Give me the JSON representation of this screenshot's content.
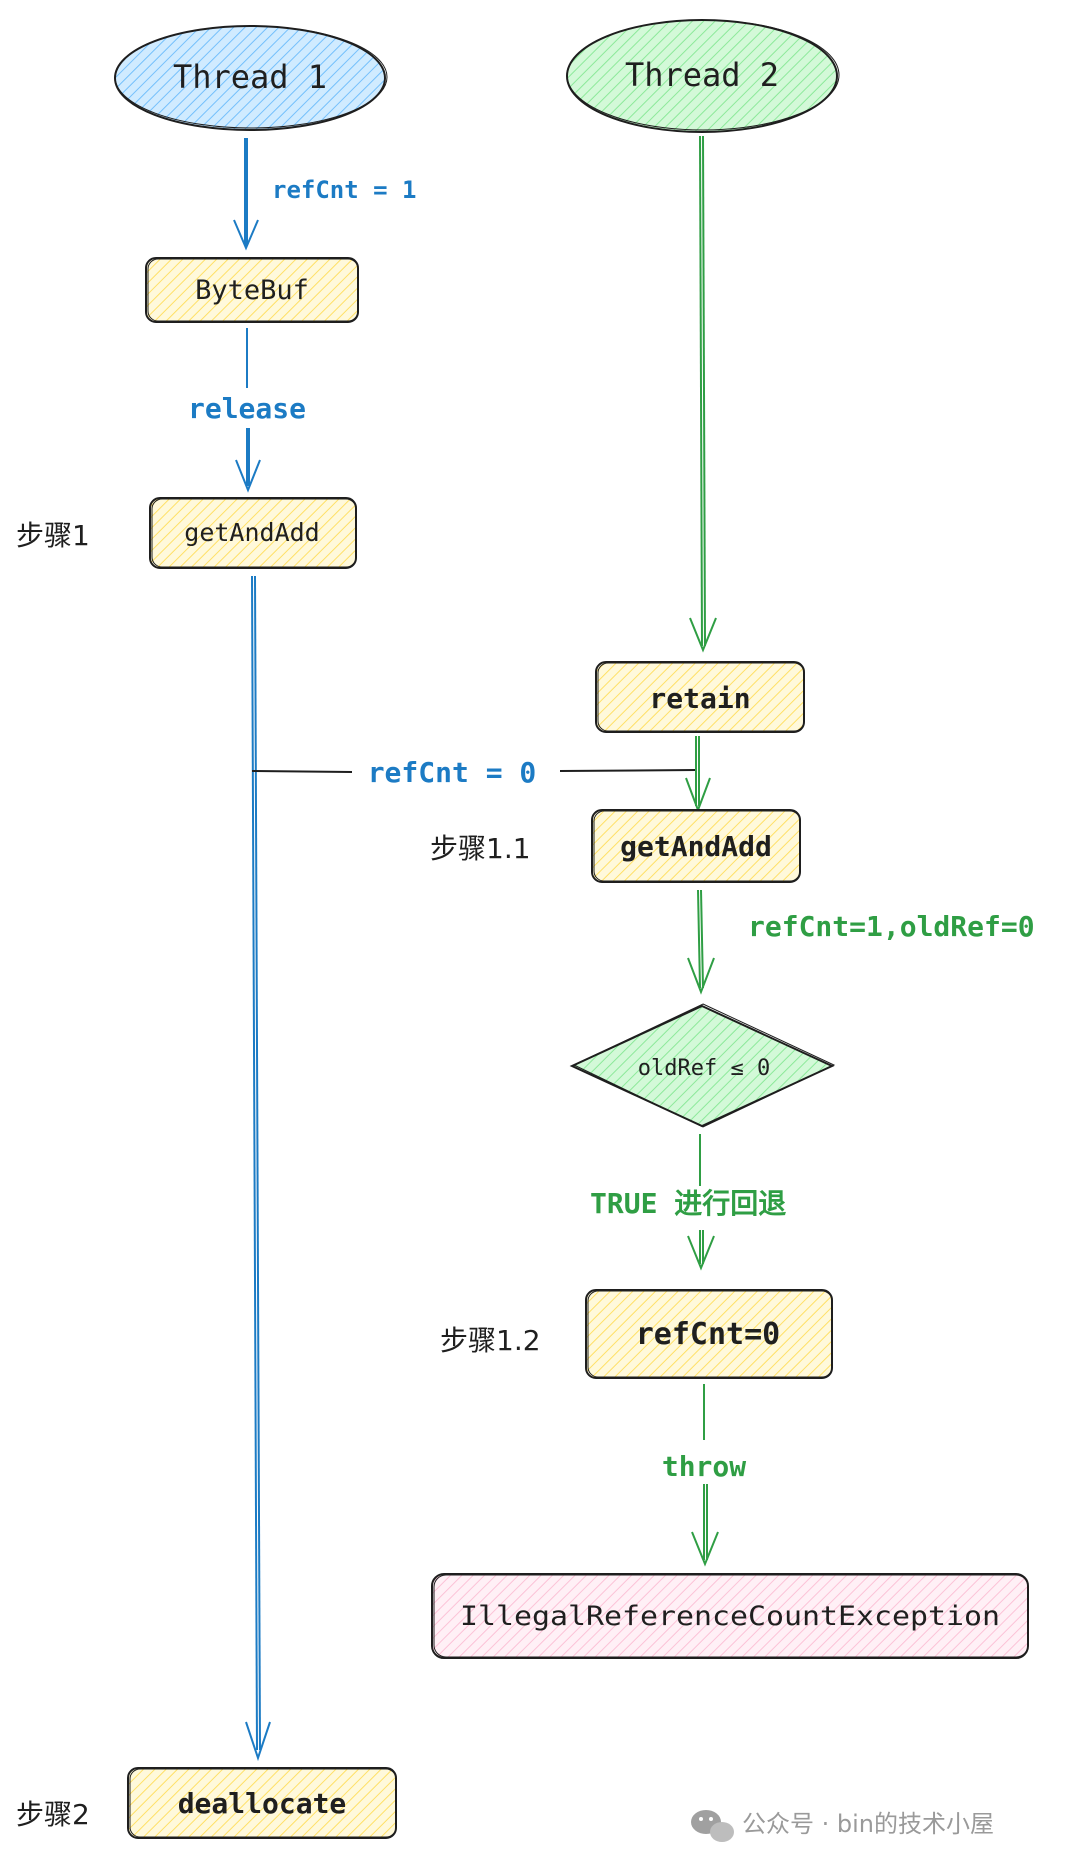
{
  "nodes": {
    "thread1": "Thread 1",
    "thread2": "Thread 2",
    "bytebuf": "ByteBuf",
    "getandadd1": "getAndAdd",
    "retain": "retain",
    "getandadd2": "getAndAdd",
    "decision": "oldRef ≤ 0",
    "refcnt_zero": "refCnt=0",
    "exception": "IllegalReferenceCountException",
    "deallocate": "deallocate"
  },
  "edge_labels": {
    "refcnt_init": "refCnt = 1",
    "release": "release",
    "refcnt_zero_cross": "refCnt = 0",
    "refcnt_oldref": "refCnt=1,oldRef=0",
    "true_rollback": "TRUE 进行回退",
    "throw": "throw"
  },
  "steps": {
    "step1": "步骤1",
    "step1_1": "步骤1.1",
    "step1_2": "步骤1.2",
    "step2": "步骤2"
  },
  "watermark": {
    "text": "公众号 · bin的技术小屋",
    "icon": "wechat-icon"
  },
  "colors": {
    "thread1_fill": "#a5d8ff",
    "thread2_fill": "#b2f2bb",
    "node_fill": "#ffec99",
    "exception_fill": "#fcc2d7",
    "decision_fill": "#b2f2bb",
    "blue_line": "#1c7bc4",
    "green_line": "#2f9e44",
    "stroke": "#1e1e1e"
  }
}
